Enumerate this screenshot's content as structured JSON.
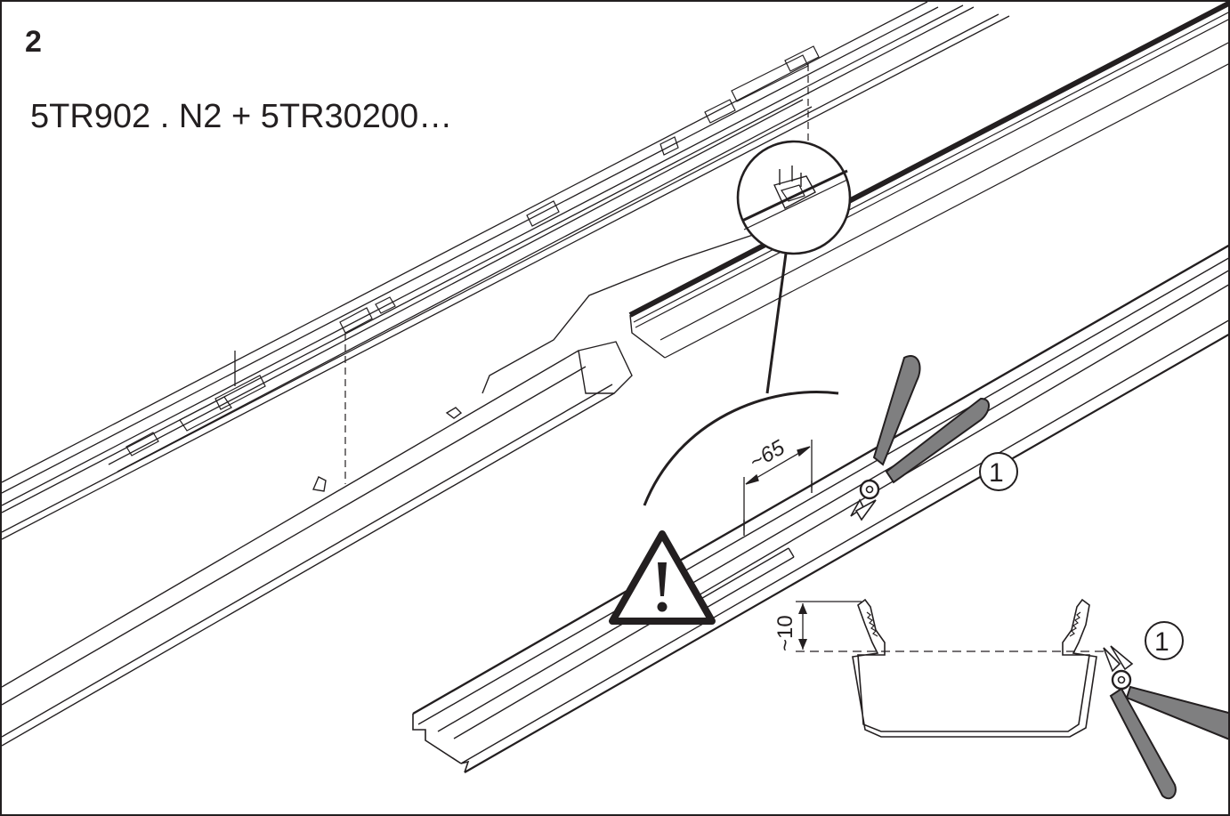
{
  "step_number": "2",
  "product_code": "5TR902 . N2 + 5TR30200…",
  "dimension_cut_length": "~65",
  "dimension_cut_depth": "~10",
  "callout_1a": "1",
  "callout_1b": "1",
  "colors": {
    "line": "#231f20",
    "plier_handle": "#7f7f80",
    "background": "#ffffff"
  },
  "icons": [
    "warning-triangle-icon",
    "side-cutter-pliers-icon",
    "magnifier-detail-circle"
  ]
}
